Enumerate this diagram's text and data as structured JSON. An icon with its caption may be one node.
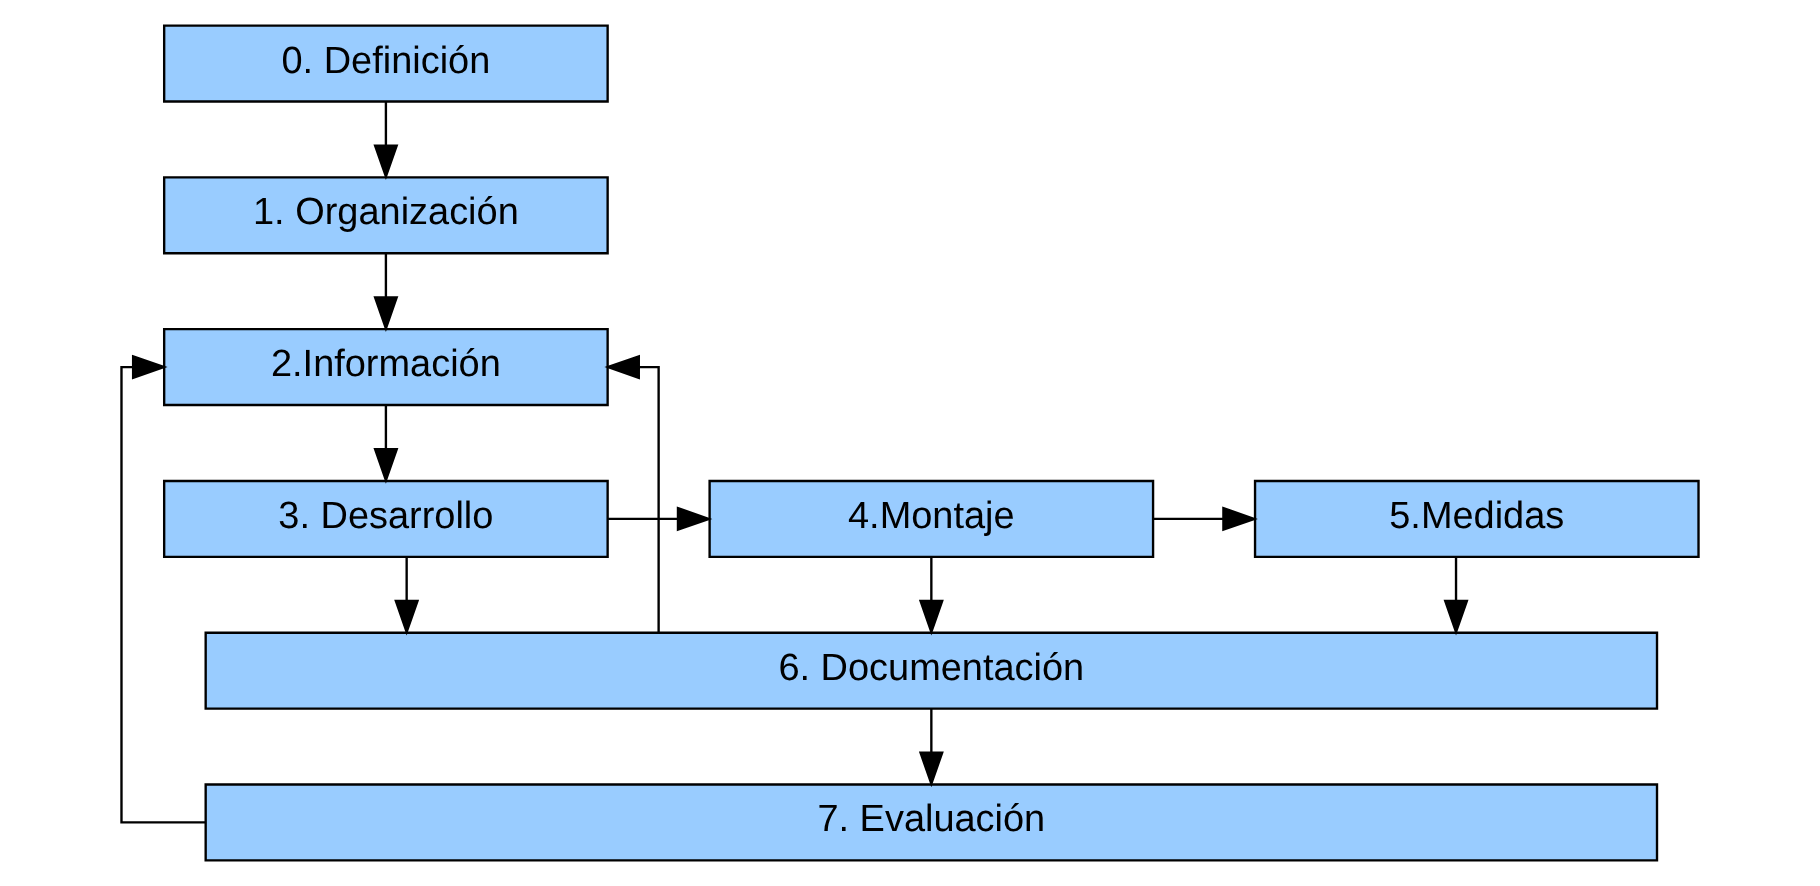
{
  "diagram": {
    "nodes": [
      {
        "text": [
          "0. Definición"
        ]
      },
      {
        "text": [
          "1. Organización"
        ]
      },
      {
        "text": [
          "2.Información"
        ]
      },
      {
        "text": [
          "3. Desarrollo"
        ]
      },
      {
        "text": [
          "4.Montaje"
        ]
      },
      {
        "text": [
          "5.Medidas"
        ]
      },
      {
        "text": [
          "6. Documentación"
        ]
      },
      {
        "text": [
          "7. Evaluación"
        ]
      }
    ],
    "edges": [
      {
        "from": 0,
        "to": 1,
        "arrow": "to"
      },
      {
        "from": 1,
        "to": 2,
        "arrow": "to"
      },
      {
        "from": 2,
        "to": 3,
        "arrow": "to"
      },
      {
        "from": 3,
        "to": 4,
        "arrow": "to"
      },
      {
        "from": 4,
        "to": 5,
        "arrow": "to"
      },
      {
        "from": 3,
        "to": 6,
        "arrow": "to"
      },
      {
        "from": 4,
        "to": 6,
        "arrow": "to"
      },
      {
        "from": 5,
        "to": 6,
        "arrow": "to"
      },
      {
        "from": 6,
        "to": 7,
        "arrow": "to"
      },
      {
        "from": 6,
        "to": 2,
        "arrow": "to"
      },
      {
        "from": 7,
        "to": 2,
        "arrow": "to"
      }
    ]
  }
}
